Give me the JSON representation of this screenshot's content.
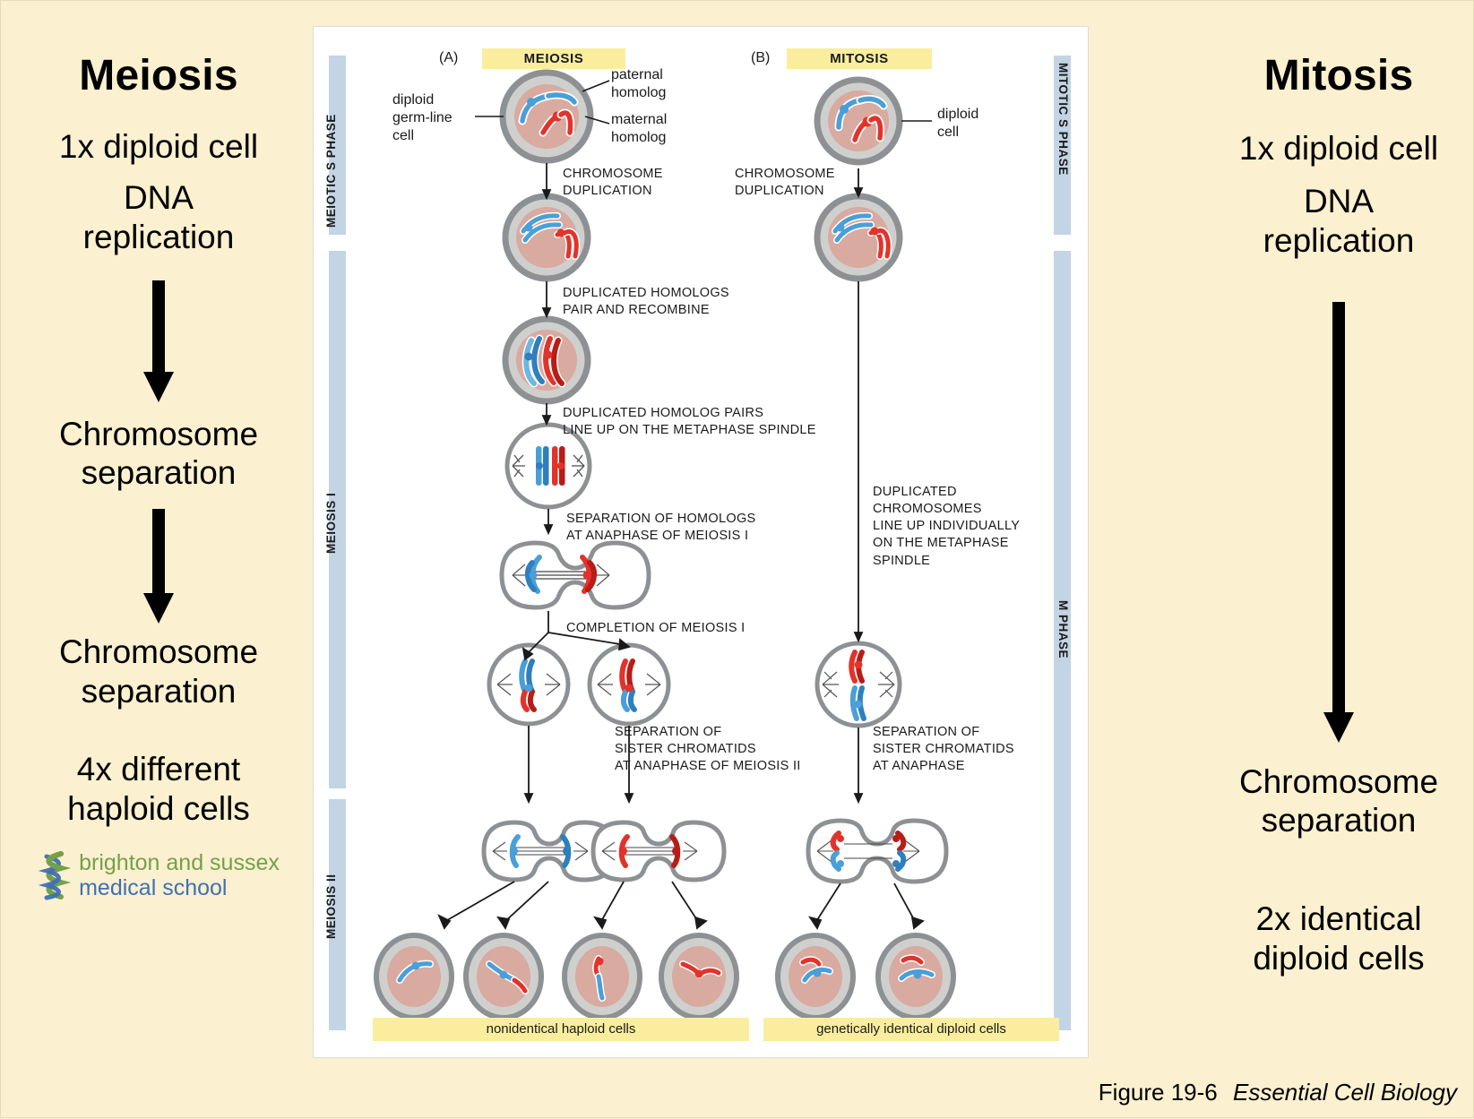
{
  "slide": {
    "background_color": "#fbf0cf",
    "figure_caption_number": "Figure 19-6",
    "figure_caption_source": "Essential Cell Biology"
  },
  "left_column": {
    "title": "Meiosis",
    "line1": "1x diploid cell",
    "line2": "DNA\nreplication",
    "line3": "Chromosome\nseparation",
    "line4": "Chromosome\nseparation",
    "line5": "4x different\nhaploid cells"
  },
  "right_column": {
    "title": "Mitosis",
    "line1": "1x diploid cell",
    "line2": "DNA\nreplication",
    "line3": "Chromosome\nseparation",
    "line4": "2x identical\ndiploid cells"
  },
  "logo": {
    "line1": "brighton and sussex",
    "line2": "medical school",
    "line1_color": "#74a04a",
    "line2_color": "#3f6fb5",
    "icon": "dna-helix-icon"
  },
  "figure": {
    "panel_a": {
      "letter": "(A)",
      "title": "MEIOSIS",
      "phases": [
        {
          "label": "MEIOTIC S PHASE"
        },
        {
          "label": "MEIOSIS I"
        },
        {
          "label": "MEIOSIS II"
        }
      ],
      "labels": [
        {
          "name": "diploid-germline-cell-label",
          "text": "diploid\ngerm-line\ncell"
        },
        {
          "name": "paternal-homolog-label",
          "text": "paternal\nhomolog"
        },
        {
          "name": "maternal-homolog-label",
          "text": "maternal\nhomolog"
        }
      ],
      "steps": [
        "CHROMOSOME\nDUPLICATION",
        "DUPLICATED HOMOLOGS\nPAIR AND RECOMBINE",
        "DUPLICATED HOMOLOG PAIRS\nLINE UP ON THE METAPHASE SPINDLE",
        "SEPARATION OF HOMOLOGS\nAT ANAPHASE OF MEIOSIS I",
        "COMPLETION OF MEIOSIS I",
        "SEPARATION OF\nSISTER CHROMATIDS\nAT ANAPHASE OF MEIOSIS II"
      ],
      "outcome": "nonidentical haploid cells"
    },
    "panel_b": {
      "letter": "(B)",
      "title": "MITOSIS",
      "phases": [
        {
          "label": "MITOTIC S PHASE"
        },
        {
          "label": "M PHASE"
        }
      ],
      "labels": [
        {
          "name": "diploid-cell-label",
          "text": "diploid\ncell"
        }
      ],
      "steps": [
        "CHROMOSOME\nDUPLICATION",
        "DUPLICATED\nCHROMOSOMES\nLINE UP INDIVIDUALLY\nON THE METAPHASE\nSPINDLE",
        "SEPARATION OF\nSISTER CHROMATIDS\nAT ANAPHASE"
      ],
      "outcome": "genetically identical diploid cells"
    },
    "colors": {
      "paternal_chromosome": "#4a9fd8",
      "maternal_chromosome": "#e2332b",
      "nucleus": "#d8aaa0",
      "cytoplasm": "#cfd0ce",
      "membrane": "#8d9194",
      "highlight_tag": "#faee9e",
      "phase_bar": "#c3d4e4"
    }
  }
}
